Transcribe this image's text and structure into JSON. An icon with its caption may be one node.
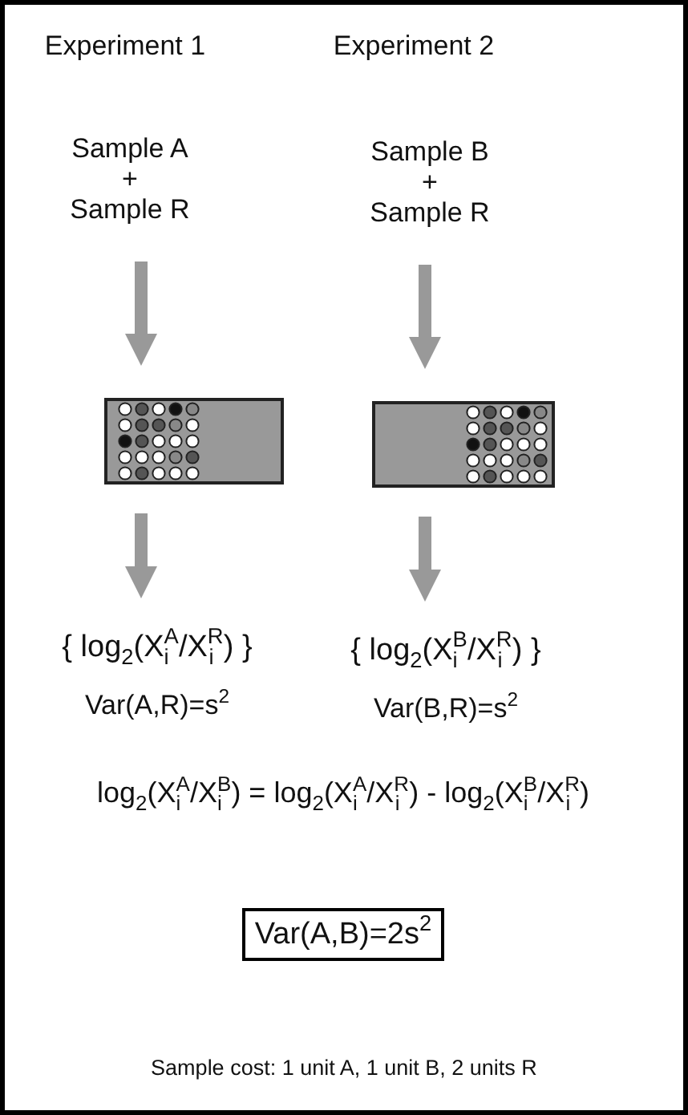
{
  "diagram": {
    "nodes": [
      {
        "text": [
          "Sample A + Sample R"
        ]
      },
      {
        "text": [
          "Sample B + Sample R"
        ]
      },
      {
        "text": [],
        "shape": "picture"
      },
      {
        "text": [],
        "shape": "picture"
      },
      {
        "text": [
          "{ log$_{2}$(X$^{A}$$_{i}$/X$^{R}$$_{i}$) }"
        ]
      },
      {
        "text": [
          "{ log$_{2}$(X$^{B}$$_{i}$/X$^{R}$$_{i}$) }"
        ]
      },
      {
        "text": [
          "Var(A,B)=2s$^{2}$"
        ]
      }
    ],
    "edges": [
      {
        "from": 0,
        "to": 2,
        "arrow": "to"
      },
      {
        "from": 1,
        "to": 3,
        "arrow": "to"
      },
      {
        "from": 2,
        "to": 4,
        "arrow": "to"
      },
      {
        "from": 3,
        "to": 5,
        "arrow": "to"
      }
    ],
    "labels": [
      "Experiment 1",
      "Experiment 2",
      "Var(A,R)=s$^{2}$",
      "Var(B,R)=s$^{2}$",
      "log$_{2}$(X$^{A}$$_{i}$/X$^{B}$$_{i}$) =  log$_{2}$(X$^{A}$$_{i}$/X$^{R}$$_{i}$) - log$_{2}$(X$^{B}$$_{i}$/X$^{R}$$_{i}$)",
      "Sample cost: 1 unit A, 1 unit B, 2 units R"
    ]
  }
}
